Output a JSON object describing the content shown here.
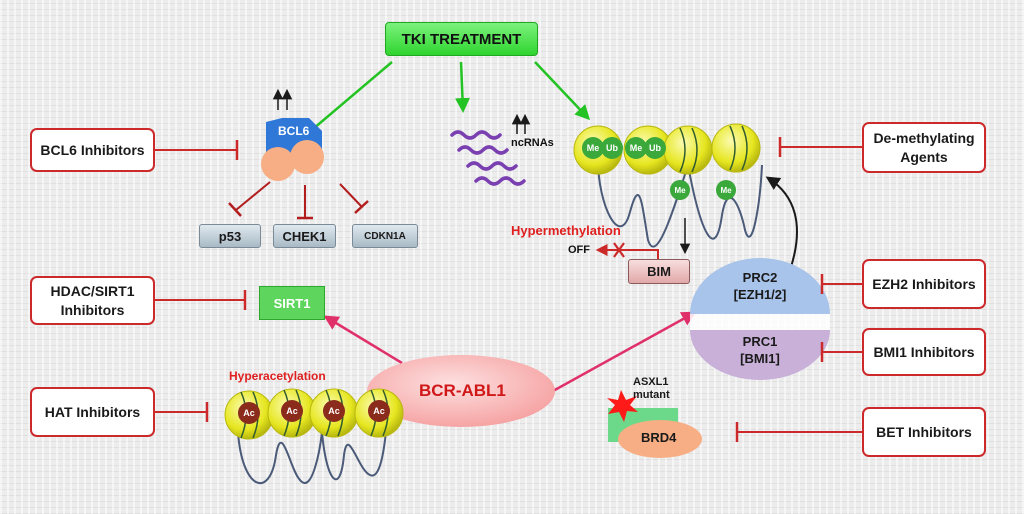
{
  "tki_treatment": "TKI TREATMENT",
  "bcl6": {
    "label": "BCL6",
    "targets": [
      "p53",
      "CHEK1",
      "CDKN1A"
    ]
  },
  "ncrnas": "ncRNAs",
  "hypermethylation": "Hypermethylation",
  "off": "OFF",
  "bim": "BIM",
  "prc2": {
    "line1": "PRC2",
    "line2": "[EZH1/2]"
  },
  "prc1": {
    "line1": "PRC1",
    "line2": "[BMI1]"
  },
  "sirt1": "SIRT1",
  "bcr_abl1": "BCR-ABL1",
  "hyperacetylation": "Hyperacetylation",
  "asxl1": {
    "line1": "ASXL1",
    "line2": "mutant"
  },
  "brd4": "BRD4",
  "histone_marks": {
    "me": "Me",
    "ub": "Ub",
    "ac": "Ac"
  },
  "inhibitors": {
    "bcl6": "BCL6 Inhibitors",
    "hdac_line1": "HDAC/SIRT1",
    "hdac_line2": "Inhibitors",
    "hat": "HAT Inhibitors",
    "demeth_line1": "De-methylating",
    "demeth_line2": "Agents",
    "ezh2": "EZH2 Inhibitors",
    "bmi1": "BMI1 Inhibitors",
    "bet": "BET Inhibitors"
  },
  "colors": {
    "inhibitor_border": "#cc2a2a",
    "activation_arrow": "#22c322",
    "bcr_arrow": "#e0306a",
    "tki_fill": "#43e043",
    "bcl6_blue": "#2f78d8",
    "nucleosome": "#e8e82a",
    "me_green": "#3aa83a",
    "ac_brown": "#8b2b1c"
  }
}
